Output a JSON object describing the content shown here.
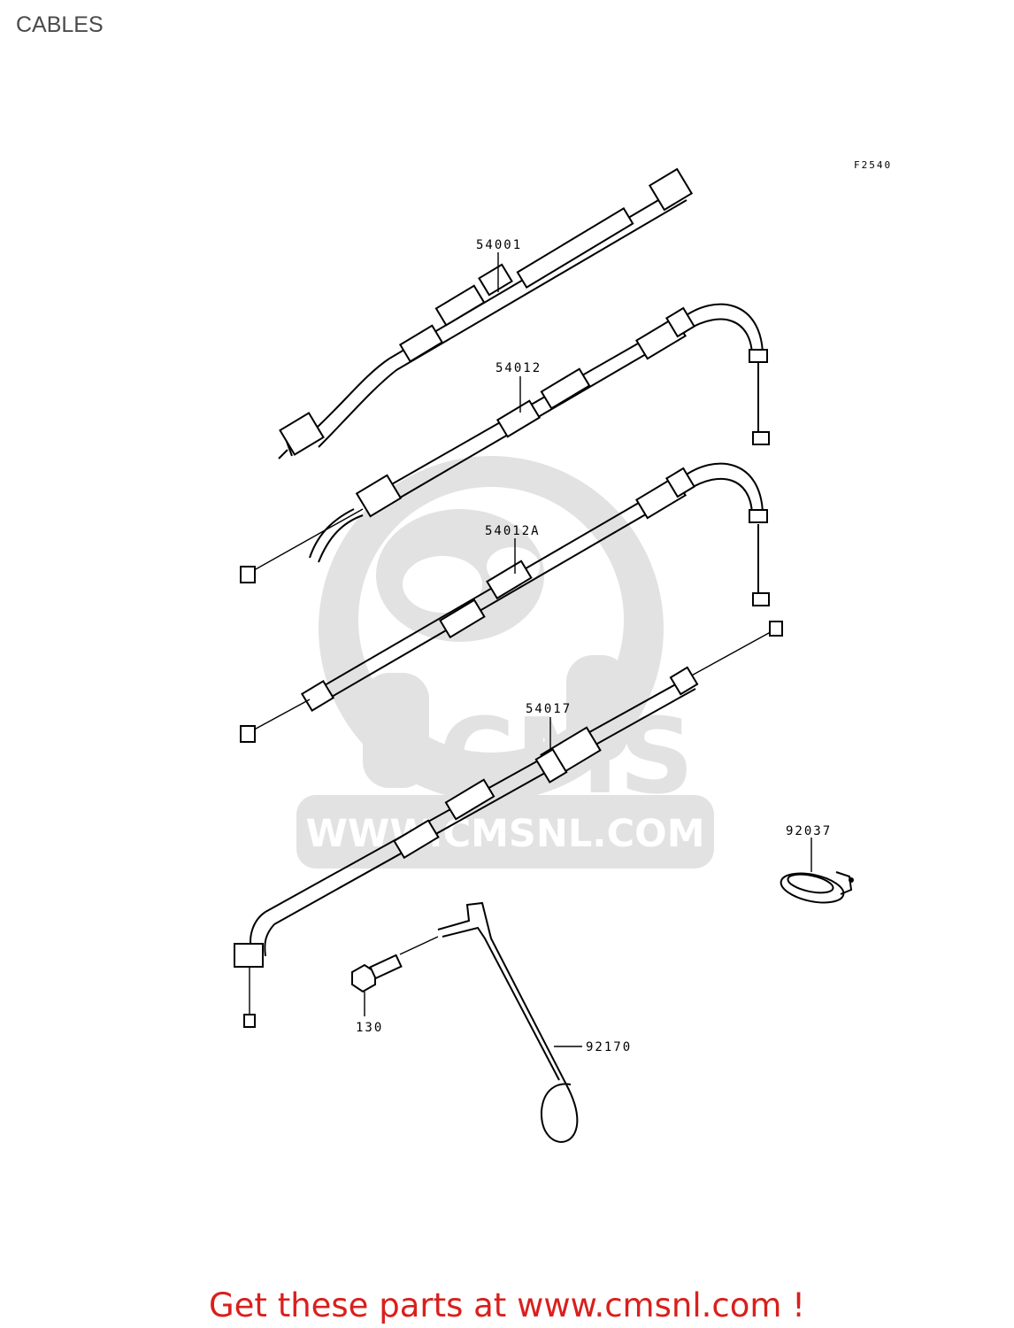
{
  "page": {
    "title": "CABLES",
    "figure_code": "F2540",
    "footer": "Get these parts at www.cmsnl.com !",
    "footer_color": "#d9201c"
  },
  "watermark": {
    "text": "WWW.CMSNL.COM",
    "logo_letters": "CMS",
    "color": "#e2e2e2"
  },
  "parts": [
    {
      "id": "p54001",
      "number": "54001"
    },
    {
      "id": "p54012",
      "number": "54012"
    },
    {
      "id": "p54012A",
      "number": "54012A"
    },
    {
      "id": "p54017",
      "number": "54017"
    },
    {
      "id": "p92037",
      "number": "92037"
    },
    {
      "id": "p130",
      "number": "130"
    },
    {
      "id": "p92170",
      "number": "92170"
    }
  ]
}
